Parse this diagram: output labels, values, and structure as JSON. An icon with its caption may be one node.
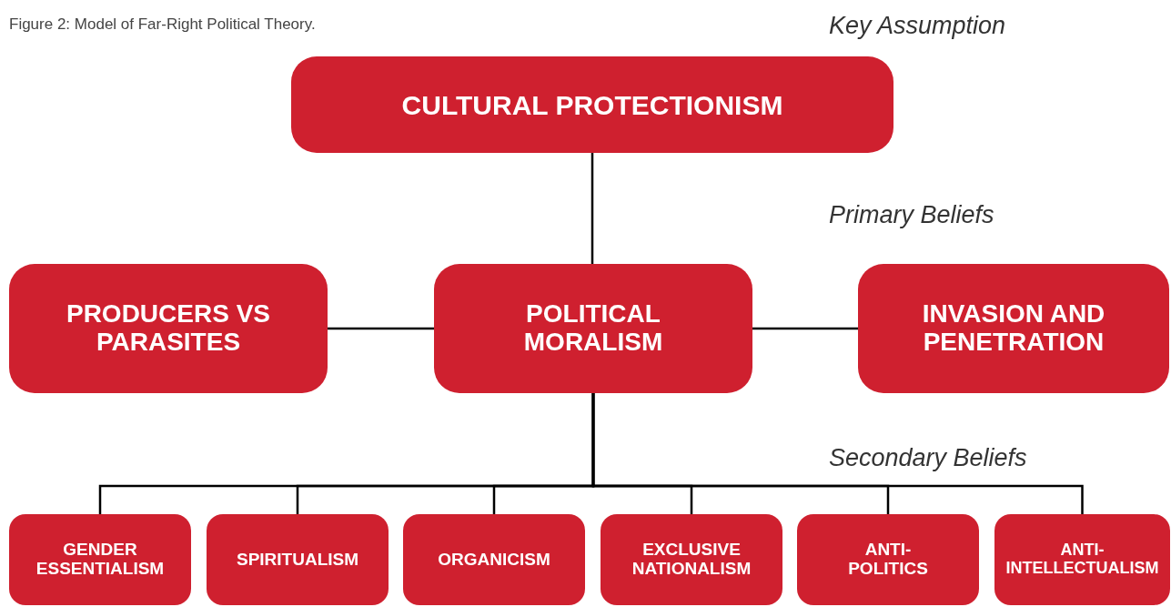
{
  "diagram": {
    "caption": "Figure 2: Model of Far-Right Political Theory.",
    "nodes": [
      {
        "text": [
          "CULTURAL PROTECTIONISM"
        ]
      },
      {
        "text": [
          "PRODUCERS VS PARASITES"
        ]
      },
      {
        "text": [
          "POLITICAL MORALISM"
        ]
      },
      {
        "text": [
          "INVASION AND PENETRATION"
        ]
      },
      {
        "text": [
          "GENDER ESSENTIALISM"
        ]
      },
      {
        "text": [
          "SPIRITUALISM"
        ]
      },
      {
        "text": [
          "ORGANICISM"
        ]
      },
      {
        "text": [
          "EXCLUSIVE NATIONALISM"
        ]
      },
      {
        "text": [
          "ANTI-POLITICS"
        ]
      },
      {
        "text": [
          "ANTI-INTELLECTUALISM"
        ]
      }
    ],
    "edges": [
      {
        "from": 0,
        "to": 2,
        "arrow": "none"
      },
      {
        "from": 2,
        "to": 1,
        "arrow": "none"
      },
      {
        "from": 2,
        "to": 3,
        "arrow": "none"
      },
      {
        "from": 2,
        "to": 4,
        "arrow": "none"
      },
      {
        "from": 2,
        "to": 5,
        "arrow": "none"
      },
      {
        "from": 2,
        "to": 6,
        "arrow": "none"
      },
      {
        "from": 2,
        "to": 7,
        "arrow": "none"
      },
      {
        "from": 2,
        "to": 8,
        "arrow": "none"
      },
      {
        "from": 2,
        "to": 9,
        "arrow": "none"
      }
    ],
    "labels": [
      "Key Assumption",
      "Primary Beliefs",
      "Secondary Beliefs"
    ]
  }
}
